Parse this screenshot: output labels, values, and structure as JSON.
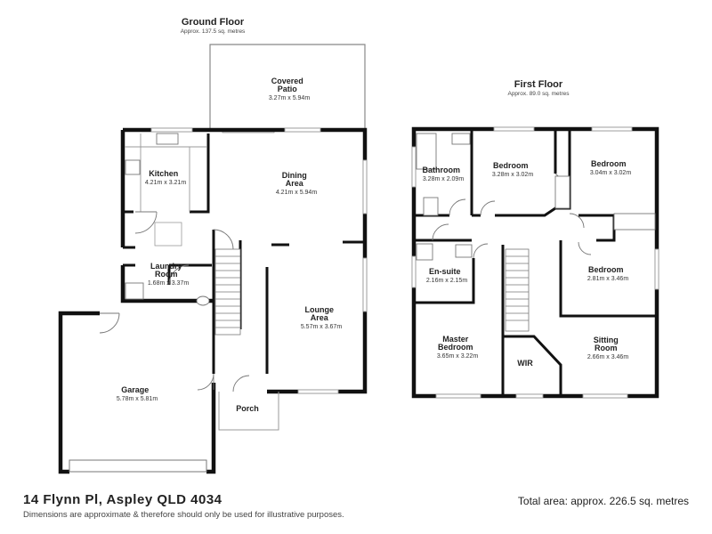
{
  "ground_floor": {
    "title": "Ground Floor",
    "area": "Approx. 137.5 sq. metres",
    "rooms": {
      "covered_patio": {
        "name_lines": [
          "Covered",
          "Patio"
        ],
        "dims": "3.27m x 5.94m"
      },
      "kitchen": {
        "name_lines": [
          "Kitchen"
        ],
        "dims": "4.21m x 3.21m"
      },
      "dining": {
        "name_lines": [
          "Dining",
          "Area"
        ],
        "dims": "4.21m x 5.94m"
      },
      "laundry": {
        "name_lines": [
          "Laundry",
          "Room"
        ],
        "dims": "1.68m x 3.37m"
      },
      "lounge": {
        "name_lines": [
          "Lounge",
          "Area"
        ],
        "dims": "5.57m x 3.67m"
      },
      "garage": {
        "name_lines": [
          "Garage"
        ],
        "dims": "5.78m x 5.81m"
      },
      "porch": {
        "name_lines": [
          "Porch"
        ],
        "dims": ""
      }
    }
  },
  "first_floor": {
    "title": "First Floor",
    "area": "Approx. 89.0 sq. metres",
    "rooms": {
      "bathroom": {
        "name_lines": [
          "Bathroom"
        ],
        "dims": "3.28m x 2.09m"
      },
      "bedroom_a": {
        "name_lines": [
          "Bedroom"
        ],
        "dims": "3.28m x 3.02m"
      },
      "bedroom_b": {
        "name_lines": [
          "Bedroom"
        ],
        "dims": "3.04m x 3.02m"
      },
      "ensuite": {
        "name_lines": [
          "En-suite"
        ],
        "dims": "2.16m x 2.15m"
      },
      "bedroom_c": {
        "name_lines": [
          "Bedroom"
        ],
        "dims": "2.81m x 3.46m"
      },
      "master": {
        "name_lines": [
          "Master",
          "Bedroom"
        ],
        "dims": "3.65m x 3.22m"
      },
      "wir": {
        "name_lines": [
          "WIR"
        ],
        "dims": ""
      },
      "sitting": {
        "name_lines": [
          "Sitting",
          "Room"
        ],
        "dims": "2.66m x 3.46m"
      }
    }
  },
  "footer": {
    "address": "14 Flynn Pl, Aspley QLD 4034",
    "disclaimer": "Dimensions are approximate & therefore should only be used for illustrative purposes.",
    "total_area": "Total area: approx. 226.5 sq. metres"
  },
  "colors": {
    "wall": "#111111",
    "thin_line": "#777777",
    "window": "#9a9a9a",
    "text": "#222222"
  }
}
